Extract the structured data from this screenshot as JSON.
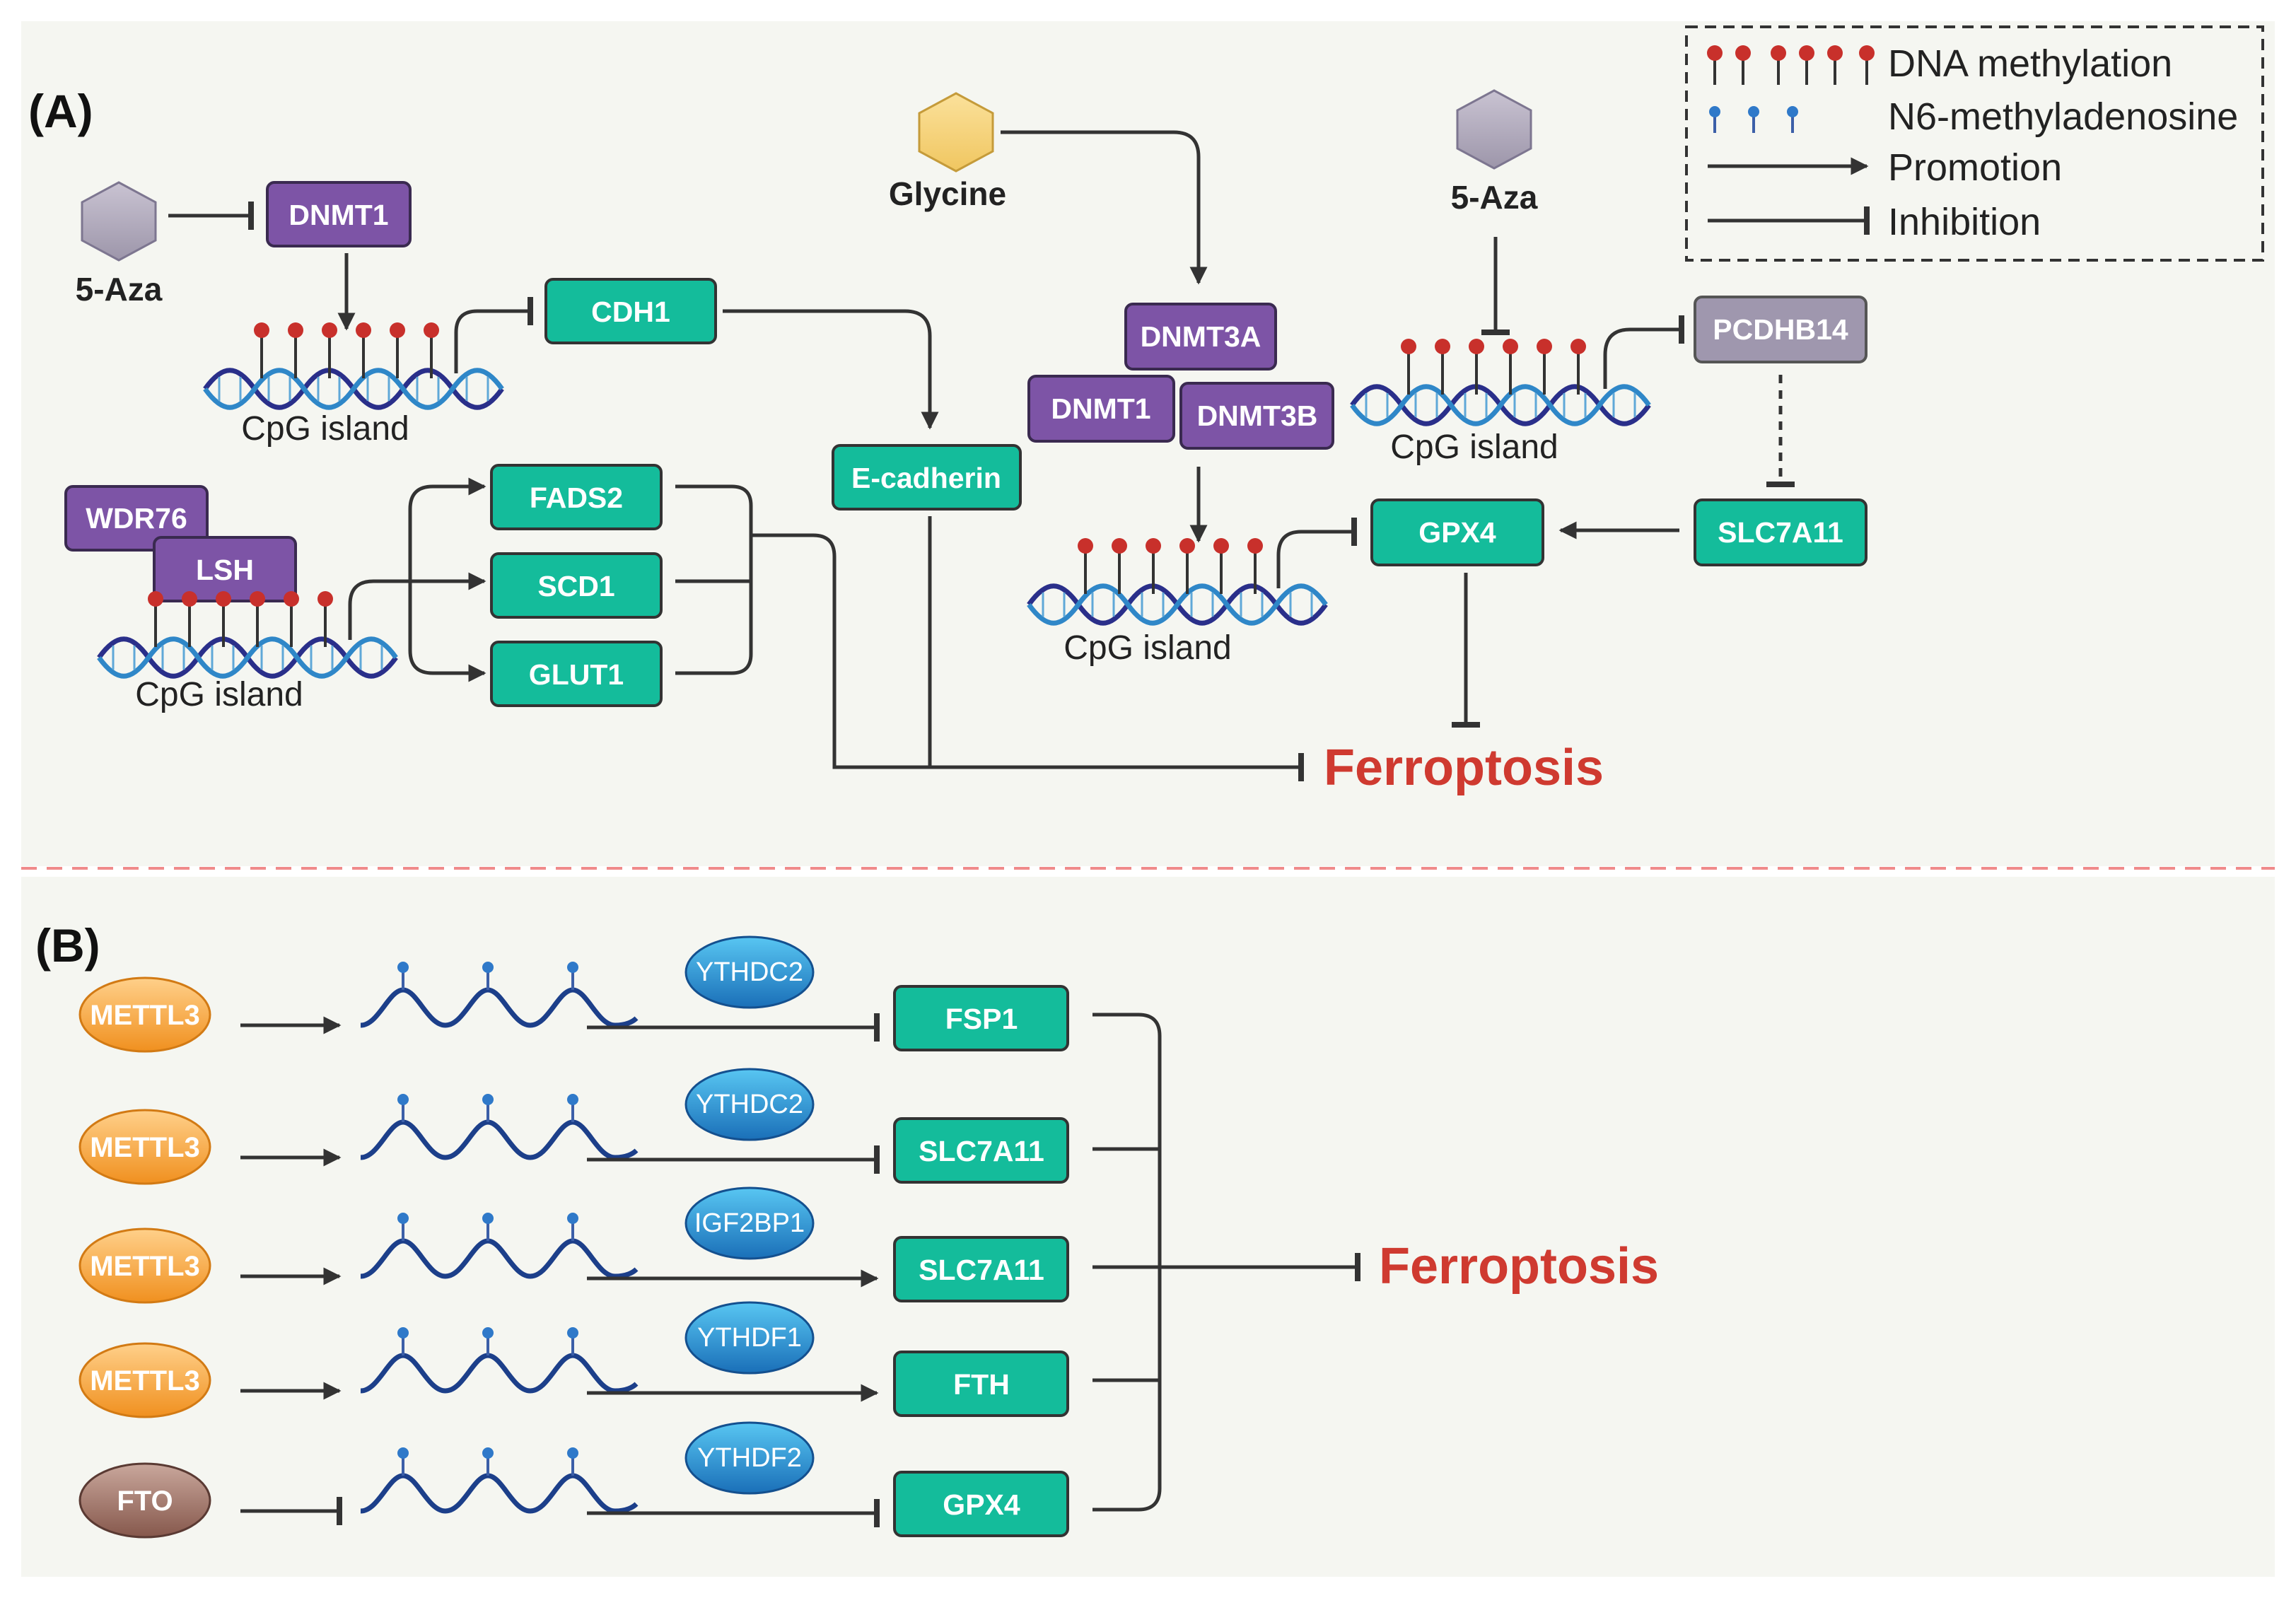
{
  "panels": {
    "a_label": "(A)",
    "b_label": "(B)"
  },
  "legend": {
    "dna_methylation": "DNA methylation",
    "m6a": "N6-methyladenosine",
    "promotion": "Promotion",
    "inhibition": "Inhibition"
  },
  "colors": {
    "green": "#14bc9b",
    "purple": "#7d54a6",
    "grey_purple": "#9f97ae",
    "ferroptosis": "#cf3a30",
    "orange": "#f5a13a",
    "brown": "#9b7469",
    "blue": "#2a8fd0",
    "background": "#f5f6f1"
  },
  "panel_a": {
    "aza_left": "5-Aza",
    "aza_right": "5-Aza",
    "glycine": "Glycine",
    "dnmt1_top": "DNMT1",
    "cdh1": "CDH1",
    "e_cadherin": "E-cadherin",
    "wdr76": "WDR76",
    "lsh": "LSH",
    "fads2": "FADS2",
    "scd1": "SCD1",
    "glut1": "GLUT1",
    "dnmt3a": "DNMT3A",
    "dnmt1_mid": "DNMT1",
    "dnmt3b": "DNMT3B",
    "pcdhb14": "PCDHB14",
    "gpx4": "GPX4",
    "slc7a11": "SLC7A11",
    "cpg_1": "CpG island",
    "cpg_2": "CpG island",
    "cpg_3": "CpG island",
    "cpg_4": "CpG island",
    "ferroptosis": "Ferroptosis"
  },
  "panel_b": {
    "rows": [
      {
        "writer": "METTL3",
        "reader": "YTHDC2",
        "target": "FSP1"
      },
      {
        "writer": "METTL3",
        "reader": "YTHDC2",
        "target": "SLC7A11"
      },
      {
        "writer": "METTL3",
        "reader": "IGF2BP1",
        "target": "SLC7A11"
      },
      {
        "writer": "METTL3",
        "reader": "YTHDF1",
        "target": "FTH"
      },
      {
        "writer": "FTO",
        "reader": "YTHDF2",
        "target": "GPX4"
      }
    ],
    "ferroptosis": "Ferroptosis"
  }
}
